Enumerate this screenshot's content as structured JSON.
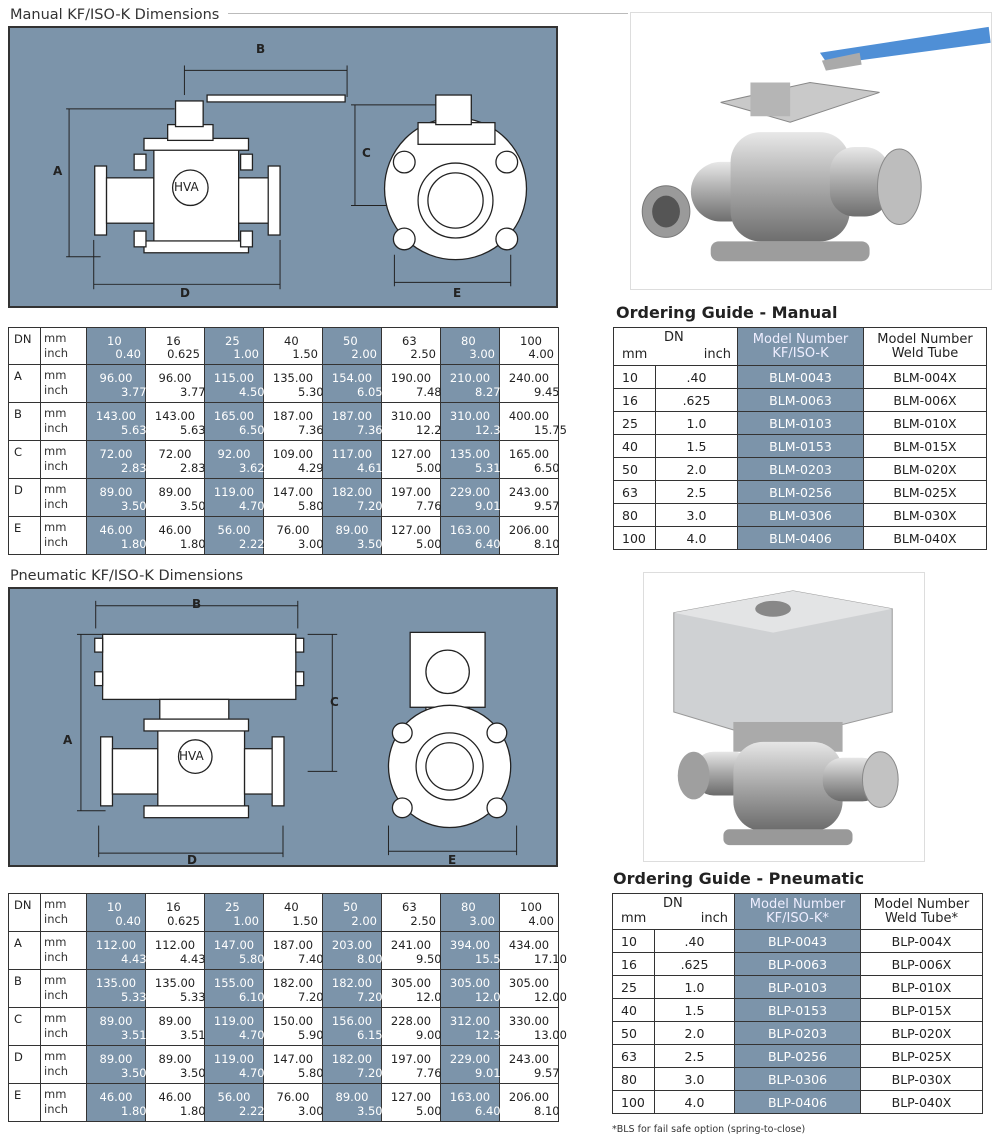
{
  "manual": {
    "title": "Manual KF/ISO-K Dimensions",
    "drawing_labels": {
      "A": "A",
      "B": "B",
      "C": "C",
      "D": "D",
      "E": "E",
      "logo": "HVA"
    },
    "table": {
      "dn_label": "DN",
      "unit_mm": "mm",
      "unit_inch": "inch",
      "sizes": [
        {
          "mm": "10",
          "inch": "0.40"
        },
        {
          "mm": "16",
          "inch": "0.625"
        },
        {
          "mm": "25",
          "inch": "1.00"
        },
        {
          "mm": "40",
          "inch": "1.50"
        },
        {
          "mm": "50",
          "inch": "2.00"
        },
        {
          "mm": "63",
          "inch": "2.50"
        },
        {
          "mm": "80",
          "inch": "3.00"
        },
        {
          "mm": "100",
          "inch": "4.00"
        }
      ],
      "rows": [
        {
          "label": "A",
          "mm": [
            "96.00",
            "96.00",
            "115.00",
            "135.00",
            "154.00",
            "190.00",
            "210.00",
            "240.00"
          ],
          "inch": [
            "3.77",
            "3.77",
            "4.50",
            "5.30",
            "6.05",
            "7.48",
            "8.27",
            "9.45"
          ]
        },
        {
          "label": "B",
          "mm": [
            "143.00",
            "143.00",
            "165.00",
            "187.00",
            "187.00",
            "310.00",
            "310.00",
            "400.00"
          ],
          "inch": [
            "5.63",
            "5.63",
            "6.50",
            "7.36",
            "7.36",
            "12.20",
            "12.30",
            "15.75"
          ]
        },
        {
          "label": "C",
          "mm": [
            "72.00",
            "72.00",
            "92.00",
            "109.00",
            "117.00",
            "127.00",
            "135.00",
            "165.00"
          ],
          "inch": [
            "2.83",
            "2.83",
            "3.62",
            "4.29",
            "4.61",
            "5.00",
            "5.31",
            "6.50"
          ]
        },
        {
          "label": "D",
          "mm": [
            "89.00",
            "89.00",
            "119.00",
            "147.00",
            "182.00",
            "197.00",
            "229.00",
            "243.00"
          ],
          "inch": [
            "3.50",
            "3.50",
            "4.70",
            "5.80",
            "7.20",
            "7.76",
            "9.01",
            "9.57"
          ]
        },
        {
          "label": "E",
          "mm": [
            "46.00",
            "46.00",
            "56.00",
            "76.00",
            "89.00",
            "127.00",
            "163.00",
            "206.00"
          ],
          "inch": [
            "1.80",
            "1.80",
            "2.22",
            "3.00",
            "3.50",
            "5.00",
            "6.40",
            "8.10"
          ]
        }
      ]
    }
  },
  "pneumatic": {
    "title": "Pneumatic KF/ISO-K Dimensions",
    "drawing_labels": {
      "A": "A",
      "B": "B",
      "C": "C",
      "D": "D",
      "E": "E",
      "logo": "HVA"
    },
    "table": {
      "dn_label": "DN",
      "unit_mm": "mm",
      "unit_inch": "inch",
      "sizes": [
        {
          "mm": "10",
          "inch": "0.40"
        },
        {
          "mm": "16",
          "inch": "0.625"
        },
        {
          "mm": "25",
          "inch": "1.00"
        },
        {
          "mm": "40",
          "inch": "1.50"
        },
        {
          "mm": "50",
          "inch": "2.00"
        },
        {
          "mm": "63",
          "inch": "2.50"
        },
        {
          "mm": "80",
          "inch": "3.00"
        },
        {
          "mm": "100",
          "inch": "4.00"
        }
      ],
      "rows": [
        {
          "label": "A",
          "mm": [
            "112.00",
            "112.00",
            "147.00",
            "187.00",
            "203.00",
            "241.00",
            "394.00",
            "434.00"
          ],
          "inch": [
            "4.43",
            "4.43",
            "5.80",
            "7.40",
            "8.00",
            "9.50",
            "15.50",
            "17.10"
          ]
        },
        {
          "label": "B",
          "mm": [
            "135.00",
            "135.00",
            "155.00",
            "182.00",
            "182.00",
            "305.00",
            "305.00",
            "305.00"
          ],
          "inch": [
            "5.33",
            "5.33",
            "6.10",
            "7.20",
            "7.20",
            "12.00",
            "12.00",
            "12.00"
          ]
        },
        {
          "label": "C",
          "mm": [
            "89.00",
            "89.00",
            "119.00",
            "150.00",
            "156.00",
            "228.00",
            "312.00",
            "330.00"
          ],
          "inch": [
            "3.51",
            "3.51",
            "4.70",
            "5.90",
            "6.15",
            "9.00",
            "12.30",
            "13.00"
          ]
        },
        {
          "label": "D",
          "mm": [
            "89.00",
            "89.00",
            "119.00",
            "147.00",
            "182.00",
            "197.00",
            "229.00",
            "243.00"
          ],
          "inch": [
            "3.50",
            "3.50",
            "4.70",
            "5.80",
            "7.20",
            "7.76",
            "9.01",
            "9.57"
          ]
        },
        {
          "label": "E",
          "mm": [
            "46.00",
            "46.00",
            "56.00",
            "76.00",
            "89.00",
            "127.00",
            "163.00",
            "206.00"
          ],
          "inch": [
            "1.80",
            "1.80",
            "2.22",
            "3.00",
            "3.50",
            "5.00",
            "6.40",
            "8.10"
          ]
        }
      ]
    }
  },
  "ordering_manual": {
    "title": "Ordering Guide - Manual",
    "header": {
      "dn": "DN",
      "mm": "mm",
      "inch": "inch",
      "model_kf": "Model Number KF/ISO-K",
      "model_weld": "Model Number Weld Tube"
    },
    "rows": [
      {
        "mm": "10",
        "inch": ".40",
        "kf": "BLM-0043",
        "weld": "BLM-004X"
      },
      {
        "mm": "16",
        "inch": ".625",
        "kf": "BLM-0063",
        "weld": "BLM-006X"
      },
      {
        "mm": "25",
        "inch": "1.0",
        "kf": "BLM-0103",
        "weld": "BLM-010X"
      },
      {
        "mm": "40",
        "inch": "1.5",
        "kf": "BLM-0153",
        "weld": "BLM-015X"
      },
      {
        "mm": "50",
        "inch": "2.0",
        "kf": "BLM-0203",
        "weld": "BLM-020X"
      },
      {
        "mm": "63",
        "inch": "2.5",
        "kf": "BLM-0256",
        "weld": "BLM-025X"
      },
      {
        "mm": "80",
        "inch": "3.0",
        "kf": "BLM-0306",
        "weld": "BLM-030X"
      },
      {
        "mm": "100",
        "inch": "4.0",
        "kf": "BLM-0406",
        "weld": "BLM-040X"
      }
    ]
  },
  "ordering_pneumatic": {
    "title": "Ordering Guide - Pneumatic",
    "header": {
      "dn": "DN",
      "mm": "mm",
      "inch": "inch",
      "model_kf": "Model Number KF/ISO-K*",
      "model_weld": "Model Number Weld Tube*"
    },
    "rows": [
      {
        "mm": "10",
        "inch": ".40",
        "kf": "BLP-0043",
        "weld": "BLP-004X"
      },
      {
        "mm": "16",
        "inch": ".625",
        "kf": "BLP-0063",
        "weld": "BLP-006X"
      },
      {
        "mm": "25",
        "inch": "1.0",
        "kf": "BLP-0103",
        "weld": "BLP-010X"
      },
      {
        "mm": "40",
        "inch": "1.5",
        "kf": "BLP-0153",
        "weld": "BLP-015X"
      },
      {
        "mm": "50",
        "inch": "2.0",
        "kf": "BLP-0203",
        "weld": "BLP-020X"
      },
      {
        "mm": "63",
        "inch": "2.5",
        "kf": "BLP-0256",
        "weld": "BLP-025X"
      },
      {
        "mm": "80",
        "inch": "3.0",
        "kf": "BLP-0306",
        "weld": "BLP-030X"
      },
      {
        "mm": "100",
        "inch": "4.0",
        "kf": "BLP-0406",
        "weld": "BLP-040X"
      }
    ],
    "footnote": "*BLS for fail safe option (spring-to-close)"
  },
  "colors": {
    "highlight": "#7c94aa",
    "handle": "#4f8fd6",
    "line": "#333333"
  }
}
